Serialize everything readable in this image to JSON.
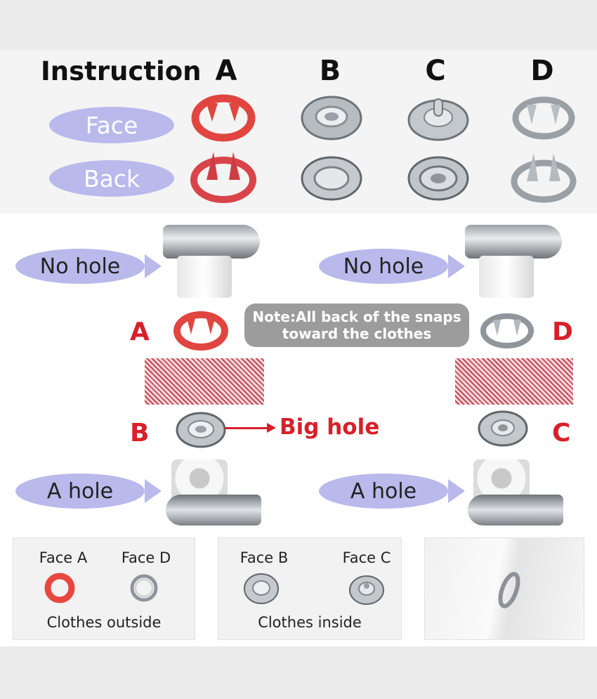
{
  "header": {
    "title": "Instruction",
    "columns": [
      "A",
      "B",
      "C",
      "D"
    ]
  },
  "rows": {
    "face_label": "Face",
    "back_label": "Back"
  },
  "tool_labels": {
    "no_hole_left": "No hole",
    "no_hole_right": "No hole",
    "a_hole_left": "A hole",
    "a_hole_right": "A hole"
  },
  "note": {
    "line1": "Note:All back of the snaps",
    "line2": "toward the clothes"
  },
  "snap_letters": {
    "left_top": "A",
    "left_bottom": "B",
    "right_top": "D",
    "right_bottom": "C"
  },
  "big_hole_label": "Big hole",
  "cards": [
    {
      "label_left": "Face A",
      "label_right": "Face D",
      "caption": "Clothes outside"
    },
    {
      "label_left": "Face B",
      "label_right": "Face C",
      "caption": "Clothes inside"
    }
  ],
  "colors": {
    "accent_red": "#d7202a",
    "pill_lavender": "#b9b9ec",
    "note_gray": "#9c9c9c"
  }
}
